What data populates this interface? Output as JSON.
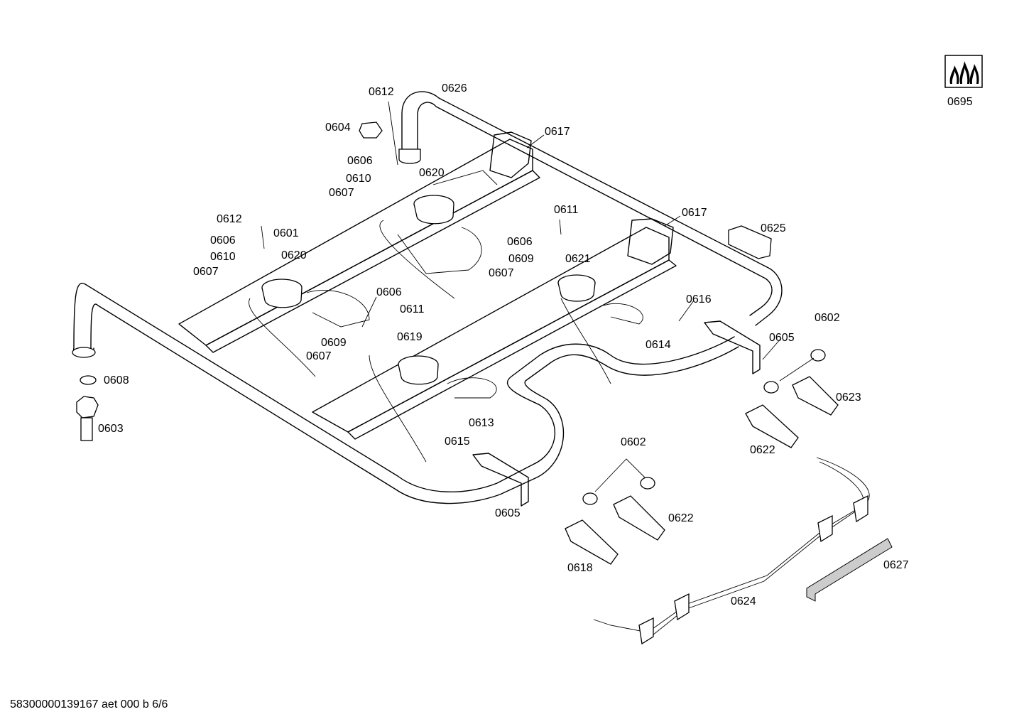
{
  "labels": {
    "l0612a": "0612",
    "l0626": "0626",
    "l0604": "0604",
    "l0617a": "0617",
    "l0606a": "0606",
    "l0620a": "0620",
    "l0610a": "0610",
    "l0607a": "0607",
    "l0611a": "0611",
    "l0617b": "0617",
    "l0625": "0625",
    "l0612b": "0612",
    "l0601": "0601",
    "l0606b": "0606",
    "l0620b": "0620",
    "l0610b": "0610",
    "l0607b": "0607",
    "l0606c": "0606",
    "l0621": "0621",
    "l0609a": "0609",
    "l0607c": "0607",
    "l0616": "0616",
    "l0606d": "0606",
    "l0611b": "0611",
    "l0609b": "0609",
    "l0607d": "0607",
    "l0619": "0619",
    "l0614": "0614",
    "l0602a": "0602",
    "l0605a": "0605",
    "l0608": "0608",
    "l0623": "0623",
    "l0603": "0603",
    "l0613": "0613",
    "l0615": "0615",
    "l0622a": "0622",
    "l0602b": "0602",
    "l0622b": "0622",
    "l0605b": "0605",
    "l0618": "0618",
    "l0627": "0627",
    "l0624": "0624",
    "l0695": "0695"
  },
  "footer": "58300000139167 aet 000 b 6/6",
  "icons": {
    "flame_badge": "gas-flame-icon"
  }
}
